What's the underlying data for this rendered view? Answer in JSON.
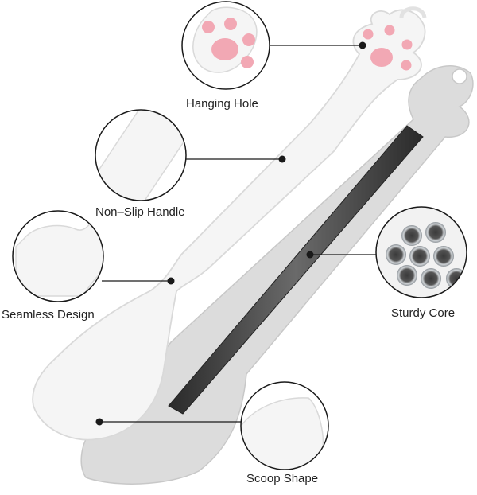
{
  "callouts": {
    "hanging_hole": "Hanging Hole",
    "non_slip_handle": "Non–Slip Handle",
    "seamless_design": "Seamless Design",
    "sturdy_core": "Sturdy Core",
    "scoop_shape": "Scoop Shape"
  },
  "colors": {
    "silicone_white": "#f5f5f5",
    "silicone_shadow": "#d9d9d9",
    "grey_spatula": "#dcdcdc",
    "paw_pink": "#f2a8b4",
    "core_dark": "#3a3a3a",
    "leader_line": "#1a1a1a"
  }
}
